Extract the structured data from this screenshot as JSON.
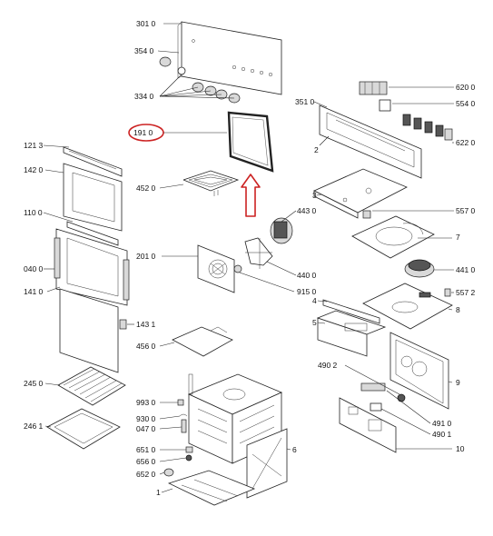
{
  "labels": {
    "l3010": "301 0",
    "l3540": "354 0",
    "l3340": "334 0",
    "l1910": "191 0",
    "l1213": "121 3",
    "l1420": "142 0",
    "l4520": "452 0",
    "l1100": "110 0",
    "l0400": "040 0",
    "l1410": "141 0",
    "l2010": "201 0",
    "l4430": "443 0",
    "l4400": "440 0",
    "l9150": "915 0",
    "l1431": "143 1",
    "l4560": "456 0",
    "l2450": "245 0",
    "l2461": "246 1",
    "l9930": "993 0",
    "l9300": "930 0",
    "l0470": "047 0",
    "l6510": "651 0",
    "l6560": "656 0",
    "l6520": "652 0",
    "l3510": "351 0",
    "l6200": "620 0",
    "l5540": "554 0",
    "l6220": "622 0",
    "l5570": "557 0",
    "l4410": "441 0",
    "l5572": "557 2",
    "l4902": "490 2",
    "l4910": "491 0",
    "l4901": "490 1",
    "n1": "1",
    "n2": "2",
    "n3": "3",
    "n4": "4",
    "n5": "5",
    "n6": "6",
    "n7": "7",
    "n8": "8",
    "n9": "9",
    "n10": "10"
  },
  "highlight": {
    "part": "191 0",
    "color": "#cc2222"
  }
}
